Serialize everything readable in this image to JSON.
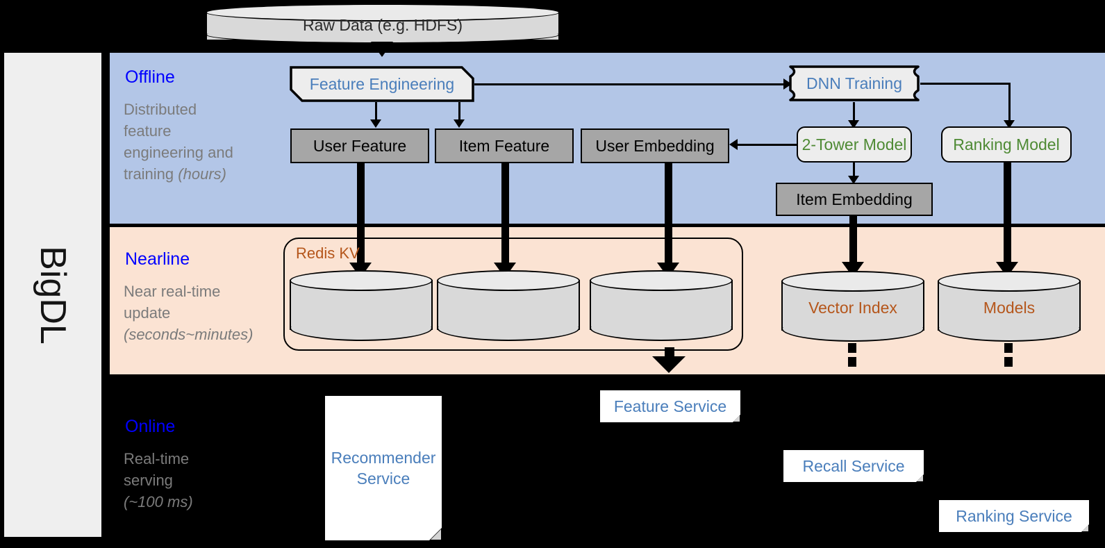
{
  "rail": {
    "label": "BigDL"
  },
  "colors": {
    "offline_band": "#b3c6e7",
    "nearline_band": "#fbe3d3",
    "band_title": "#0000ff",
    "band_subtitle": "#7b7b7b",
    "process_text_blue": "#4a7ebb",
    "model_text_green": "#4e8a34",
    "storage_text_brown": "#b5561b",
    "gray_box_fill": "#a6a6a6",
    "process_box_fill": "#ededed",
    "cylinder_fill": "#d9d9d9",
    "rail_fill": "#efefef",
    "canvas": "#000000"
  },
  "source": {
    "raw_data": {
      "label": "Raw Data (e.g. HDFS)",
      "shape": "cylinder"
    }
  },
  "bands": [
    {
      "id": "offline",
      "title": "Offline",
      "subtitle_line1": "Distributed",
      "subtitle_line2": "feature",
      "subtitle_line3": "engineering and",
      "subtitle_line4": "training ",
      "subtitle_emphasis": "(hours)"
    },
    {
      "id": "nearline",
      "title": "Nearline",
      "subtitle_line1": "Near real-time",
      "subtitle_line2": "update",
      "subtitle_emphasis": "(seconds~minutes)"
    },
    {
      "id": "online",
      "title": "Online",
      "subtitle_line1": "Real-time",
      "subtitle_line2": "serving",
      "subtitle_emphasis": "(~100 ms)"
    }
  ],
  "offline_nodes": {
    "feature_engineering": {
      "label": "Feature Engineering",
      "shape": "chamfered-process"
    },
    "dnn_training": {
      "label": "DNN Training",
      "shape": "card-process"
    },
    "user_feature": {
      "label": "User Feature",
      "shape": "rect-gray"
    },
    "item_feature": {
      "label": "Item Feature",
      "shape": "rect-gray"
    },
    "user_embedding": {
      "label": "User Embedding",
      "shape": "rect-gray"
    },
    "item_embedding": {
      "label": "Item Embedding",
      "shape": "rect-gray"
    },
    "two_tower_model": {
      "label": "2-Tower Model",
      "shape": "rounded-process"
    },
    "ranking_model": {
      "label": "Ranking Model",
      "shape": "rounded-process"
    }
  },
  "nearline_nodes": {
    "redis_kv": {
      "label": "Redis KV",
      "shape": "rounded-container"
    },
    "store_1": {
      "label": "",
      "shape": "cylinder"
    },
    "store_2": {
      "label": "",
      "shape": "cylinder"
    },
    "store_3": {
      "label": "",
      "shape": "cylinder"
    },
    "vector_index": {
      "label": "Vector Index",
      "shape": "cylinder"
    },
    "models": {
      "label": "Models",
      "shape": "cylinder"
    }
  },
  "online_nodes": {
    "recommender_service": {
      "label_line1": "Recommender",
      "label_line2": "Service",
      "shape": "document"
    },
    "feature_service": {
      "label": "Feature Service",
      "shape": "document"
    },
    "recall_service": {
      "label": "Recall Service",
      "shape": "document"
    },
    "ranking_service": {
      "label": "Ranking Service",
      "shape": "document"
    }
  }
}
